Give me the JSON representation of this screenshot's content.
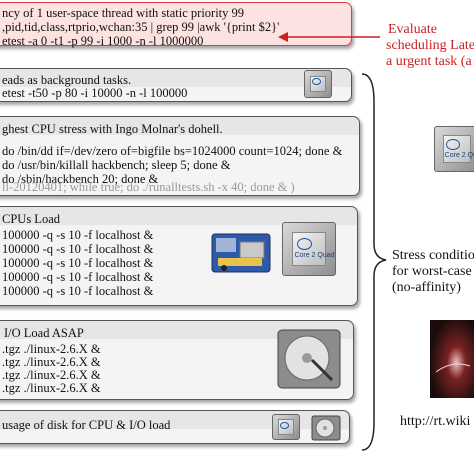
{
  "top_box": {
    "lines": [
      "ncy of 1 user-space thread with static priority 99",
      ",pid,tid,class,rtprio,wchan:35 | grep 99 |awk '{print $2}'",
      "etest  -a 0 -t1 -p 99  -i 1000 -n  -l 1000000"
    ]
  },
  "annotation": {
    "lines": [
      "Evaluate",
      "scheduling Late",
      "a urgent task (a"
    ],
    "color": "#cc1f1f"
  },
  "box1": {
    "lines": [
      "eads as background tasks.",
      "etest -t50 -p 80 -i 10000 -n -l 100000"
    ]
  },
  "box2": {
    "lines": [
      "ghest CPU stress with Ingo Molnar's dohell.",
      "do /bin/dd if=/dev/zero of=bigfile bs=1024000 count=1024; done &",
      "do /usr/bin/killall hackbench; sleep 5; done &",
      "do /sbin/hackbench 20; done &"
    ],
    "faded_line": "ll-20120401;  while true; do ./runalltests.sh -x 40; done  & )"
  },
  "box3": {
    "lines": [
      " CPUs Load",
      "100000 -q -s 10 -f localhost &",
      "100000 -q -s 10 -f localhost &",
      "100000 -q -s 10 -f localhost &",
      "100000 -q -s 10 -f localhost &",
      "100000 -q -s 10 -f localhost &"
    ]
  },
  "box4": {
    "lines": [
      "I/O Load ASAP",
      ".tgz  ./linux-2.6.X &",
      ".tgz  ./linux-2.6.X &",
      ".tgz  ./linux-2.6.X &",
      ".tgz  ./linux-2.6.X &"
    ]
  },
  "box5": {
    "lines": [
      " usage of disk for CPU & I/O load"
    ]
  },
  "side": {
    "lines": [
      "Stress conditio",
      "for worst-case",
      "(no-affinity)"
    ],
    "url": "http://rt.wiki"
  },
  "chip_label": "Core 2 Quad",
  "colors": {
    "accent_red": "#cc1f1f",
    "top_box_fill": "#fde2e2",
    "top_box_border": "#d94040"
  }
}
